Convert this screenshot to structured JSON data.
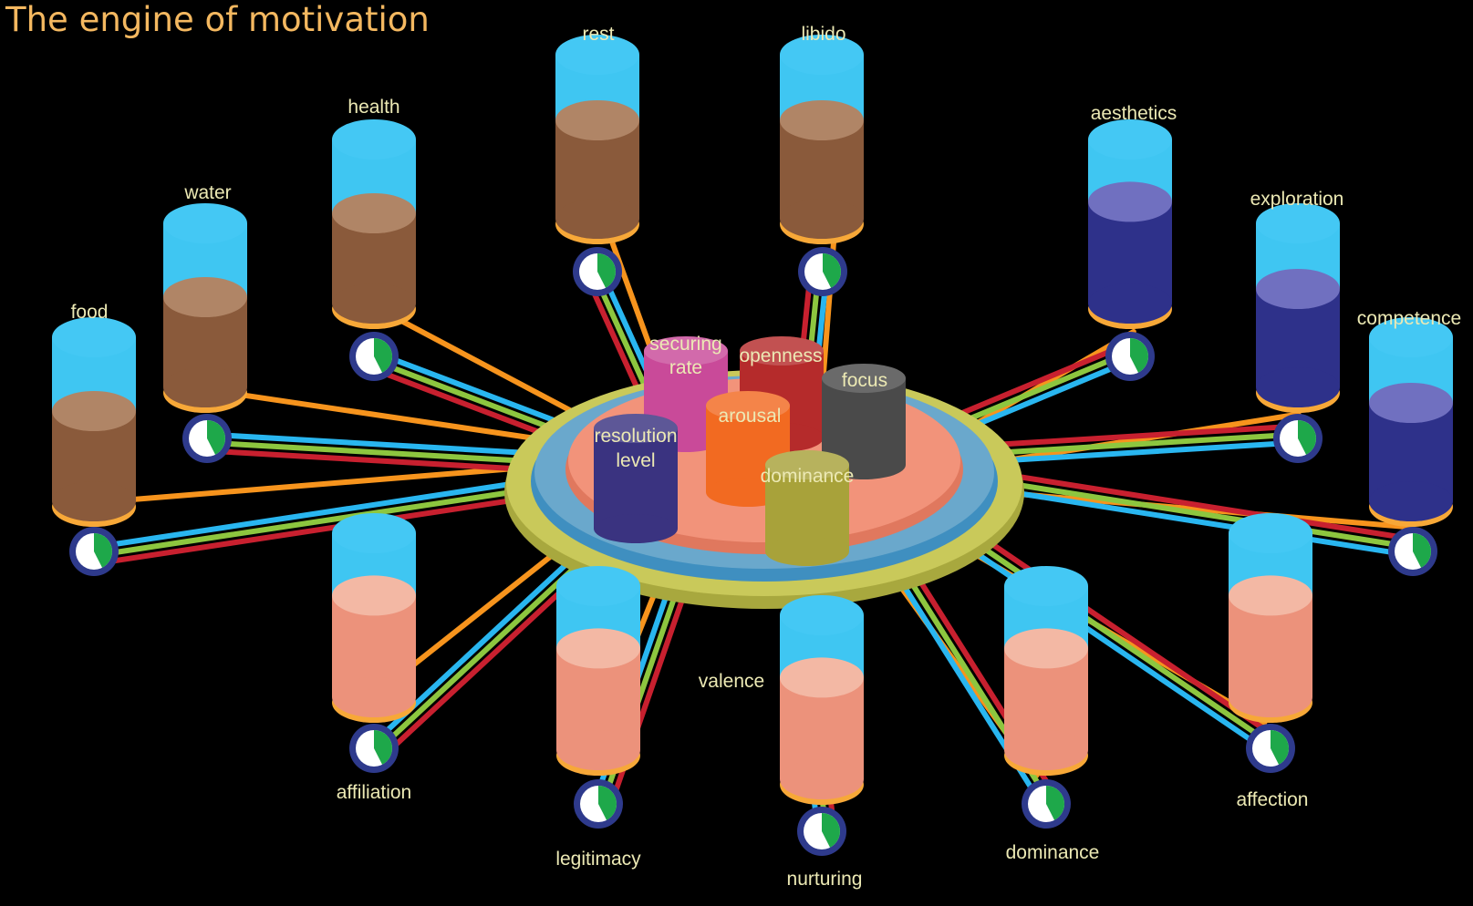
{
  "title": "The engine of motivation",
  "colors": {
    "background": "#000000",
    "title": "#f4b860",
    "label": "#ece9b4",
    "tank_empty": "#3fc6f2",
    "tank_rim": "#f7a838",
    "physiological_fill": "#8a5a3b",
    "cognitive_fill": "#2e318a",
    "social_fill": "#ec927b",
    "line_orange": "#f7941d",
    "line_blue": "#29b6f0",
    "line_green": "#8dc63f",
    "line_red": "#c8202f",
    "gauge_green": "#1ea84a",
    "gauge_ring": "#2e3a8c"
  },
  "needs": [
    {
      "name": "food",
      "group": "physiological",
      "level": 0.55
    },
    {
      "name": "water",
      "group": "physiological",
      "level": 0.55
    },
    {
      "name": "health",
      "group": "physiological",
      "level": 0.55
    },
    {
      "name": "rest",
      "group": "physiological",
      "level": 0.6
    },
    {
      "name": "libido",
      "group": "physiological",
      "level": 0.6
    },
    {
      "name": "aesthetics",
      "group": "cognitive",
      "level": 0.62
    },
    {
      "name": "exploration",
      "group": "cognitive",
      "level": 0.6
    },
    {
      "name": "competence",
      "group": "cognitive",
      "level": 0.6
    },
    {
      "name": "affection",
      "group": "social",
      "level": 0.62
    },
    {
      "name": "dominance",
      "group": "social",
      "level": 0.62
    },
    {
      "name": "nurturing",
      "group": "social",
      "level": 0.62
    },
    {
      "name": "legitimacy",
      "group": "social",
      "level": 0.62
    },
    {
      "name": "affiliation",
      "group": "social",
      "level": 0.62
    }
  ],
  "modulators": [
    {
      "name": "securing rate",
      "color": "#c94a99"
    },
    {
      "name": "openness",
      "color": "#b52b2b"
    },
    {
      "name": "focus",
      "color": "#4a4a4a"
    },
    {
      "name": "arousal",
      "color": "#f26a21"
    },
    {
      "name": "resolution level",
      "color": "#3a3380"
    },
    {
      "name": "dominance",
      "color": "#a8a23a"
    }
  ],
  "hub": {
    "ring_label": "valence"
  }
}
